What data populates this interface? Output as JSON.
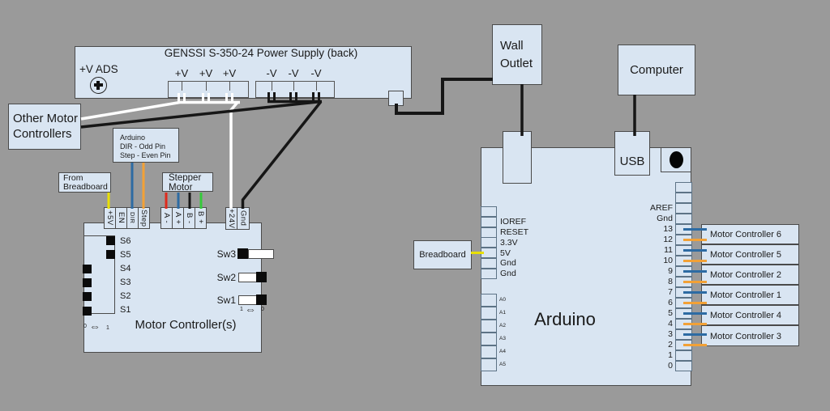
{
  "power_supply": {
    "title": "GENSSI S-350-24 Power Supply (back)",
    "adjust_label": "+V ADS",
    "pos_terminals": [
      "+V",
      "+V",
      "+V"
    ],
    "neg_terminals": [
      "-V",
      "-V",
      "-V"
    ]
  },
  "boxes": {
    "other_motor_controllers": {
      "lines": [
        "Other Motor",
        "Controllers"
      ]
    },
    "from_breadboard": {
      "lines": [
        "From",
        "Breadboard"
      ]
    },
    "arduino_note": {
      "lines": [
        "Arduino",
        "DIR - Odd Pin",
        "Step - Even Pin"
      ]
    },
    "stepper_motor": {
      "lines": [
        "Stepper",
        "Motor"
      ]
    },
    "wall_outlet": {
      "lines": [
        "Wall",
        "Outlet"
      ]
    },
    "computer": {
      "label": "Computer"
    },
    "usb": {
      "label": "USB"
    },
    "breadboard": {
      "label": "Breadboard"
    }
  },
  "motor_controller": {
    "title": "Motor Controller(s)",
    "top_pins": [
      "+5V",
      "EN",
      "DIR",
      "Step",
      "A -",
      "A +",
      "B -",
      "B +",
      "+24V",
      "Gnd"
    ],
    "s_labels": [
      "S6",
      "S5",
      "S4",
      "S3",
      "S2",
      "S1"
    ],
    "switch_labels": [
      "Sw3",
      "Sw2",
      "Sw1"
    ],
    "toggle_left": {
      "min": "0",
      "max": "1"
    },
    "toggle_right": {
      "min": "1",
      "max": "0"
    }
  },
  "arduino": {
    "title": "Arduino",
    "power_pins": [
      "IOREF",
      "RESET",
      "3.3V",
      "5V",
      "Gnd",
      "Gnd"
    ],
    "analog_pins": [
      "A0",
      "A1",
      "A2",
      "A3",
      "A4",
      "A5"
    ],
    "right_pins": [
      "AREF",
      "Gnd",
      "13",
      "12",
      "11",
      "10",
      "9",
      "8",
      "7",
      "6",
      "5",
      "4",
      "3",
      "2",
      "1",
      "0"
    ]
  },
  "outputs": [
    "Motor Controller 6",
    "Motor Controller 5",
    "Motor Controller 2",
    "Motor Controller 1",
    "Motor Controller 4",
    "Motor Controller 3"
  ],
  "wire_colors": {
    "white": "#ffffff",
    "black": "#161616",
    "yellow": "#e9e000",
    "blue": "#2d6ba3",
    "orange": "#f2a136",
    "red": "#df2b1d",
    "green": "#35c93b"
  }
}
